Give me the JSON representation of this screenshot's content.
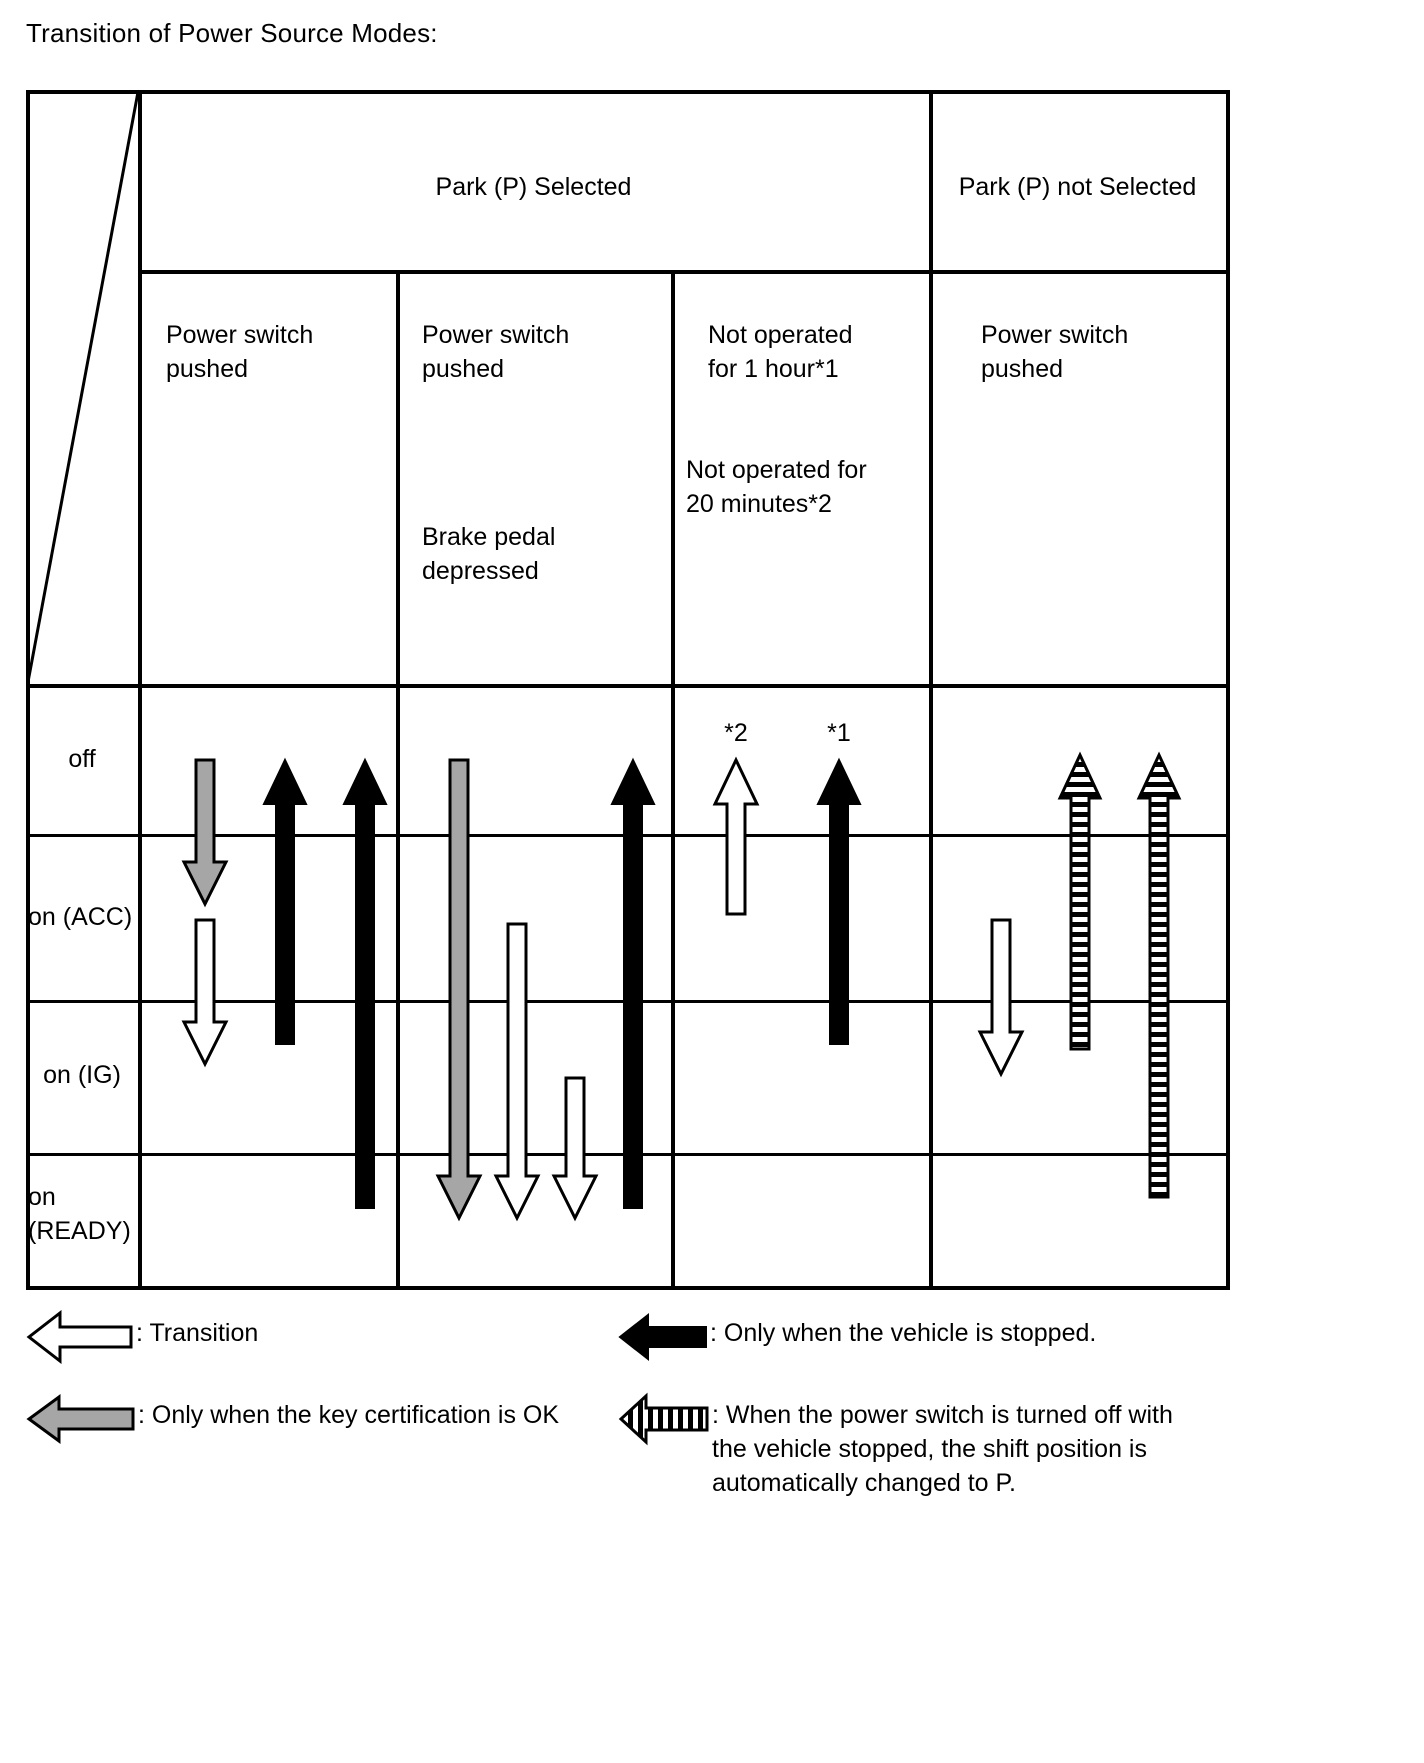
{
  "title": "Transition of Power Source Modes:",
  "table": {
    "header_groups": [
      {
        "label": "Park (P) Selected",
        "span": 3
      },
      {
        "label": "Park (P) not Selected",
        "span": 1
      }
    ],
    "condition_columns": [
      {
        "id": "col1",
        "lines": [
          "Power switch\npushed"
        ]
      },
      {
        "id": "col2",
        "lines": [
          "Power switch\npushed",
          "Brake pedal\ndepressed"
        ]
      },
      {
        "id": "col3",
        "lines": [
          "Not operated\nfor 1 hour*1",
          "Not operated for\n20 minutes*2"
        ]
      },
      {
        "id": "col4",
        "lines": [
          "Power switch\npushed"
        ]
      }
    ],
    "mode_rows": [
      {
        "id": "off",
        "label": "off"
      },
      {
        "id": "acc",
        "label": "on (ACC)"
      },
      {
        "id": "ig",
        "label": "on (IG)"
      },
      {
        "id": "ready",
        "label": "on\n(READY)"
      }
    ],
    "annotations": [
      {
        "id": "note-star2",
        "label": "*2"
      },
      {
        "id": "note-star1",
        "label": "*1"
      }
    ]
  },
  "legend": [
    {
      "id": "transition",
      "style": "outline",
      "label": ": Transition"
    },
    {
      "id": "vehicle-stopped",
      "style": "solid-black",
      "label": ": Only when the vehicle is stopped."
    },
    {
      "id": "key-certification",
      "style": "gray",
      "label": ": Only when the key certification is OK"
    },
    {
      "id": "auto-shift-to-p",
      "style": "hatched",
      "label": ": When the power switch is turned off with\n  the vehicle stopped, the shift position is\n  automatically changed to P."
    }
  ],
  "colors": {
    "line": "#000000",
    "gray_fill": "#a6a6a6",
    "white_fill": "#ffffff"
  }
}
